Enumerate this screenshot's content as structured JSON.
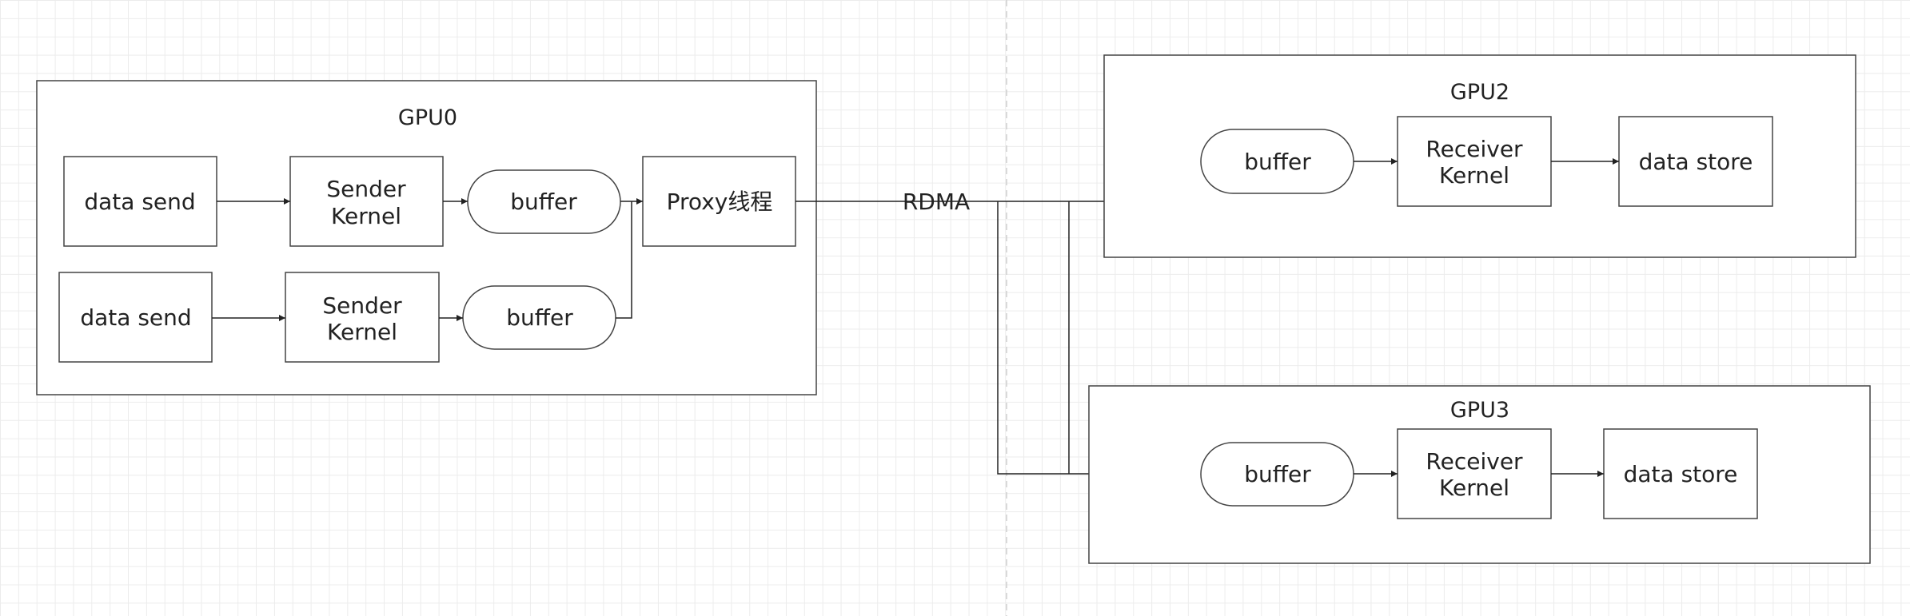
{
  "gpu0": {
    "title": "GPU0",
    "row1": {
      "data_send": "data send",
      "sender_line1": "Sender",
      "sender_line2": "Kernel",
      "buffer": "buffer"
    },
    "row2": {
      "data_send": "data send",
      "sender_line1": "Sender",
      "sender_line2": "Kernel",
      "buffer": "buffer"
    },
    "proxy": "Proxy线程"
  },
  "link": {
    "label": "RDMA"
  },
  "gpu2": {
    "title": "GPU2",
    "buffer": "buffer",
    "receiver_line1": "Receiver",
    "receiver_line2": "Kernel",
    "data_store": "data store"
  },
  "gpu3": {
    "title": "GPU3",
    "buffer": "buffer",
    "receiver_line1": "Receiver",
    "receiver_line2": "Kernel",
    "data_store": "data store"
  }
}
